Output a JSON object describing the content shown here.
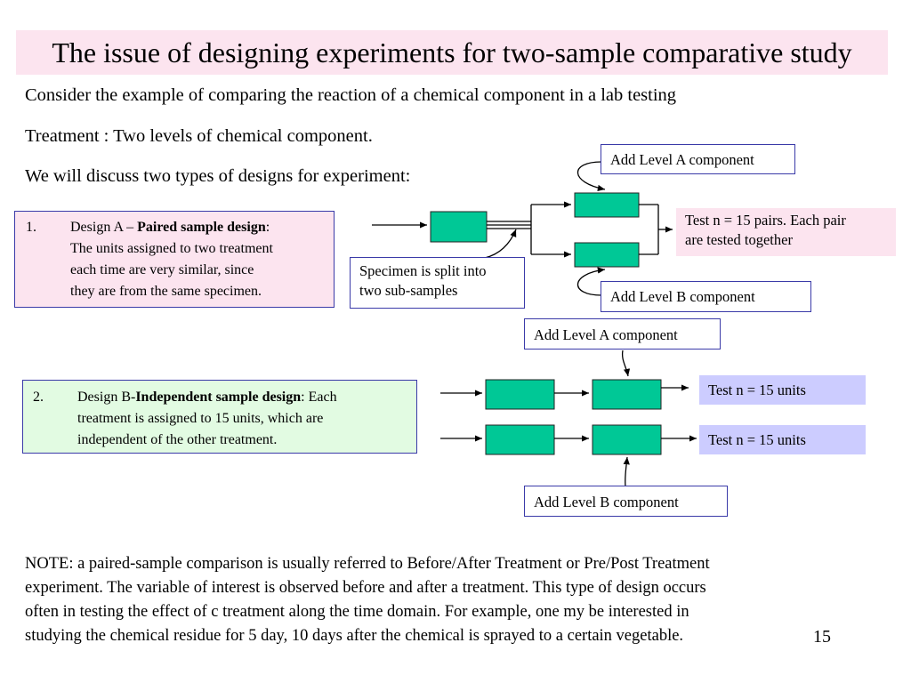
{
  "title": "The issue of designing experiments for two-sample comparative study",
  "intro": {
    "line1": "Consider the example of comparing the reaction of a chemical component in a lab testing",
    "line2": "Treatment : Two levels of chemical component.",
    "line3": "We will discuss two types of designs for experiment:"
  },
  "design_a": {
    "number": "1.",
    "prefix": "Design A – ",
    "bold": "Paired sample design",
    "suffix": ":",
    "line2": "The units assigned to two treatment",
    "line3": "each time are very similar, since",
    "line4": "they are from the same specimen."
  },
  "design_b": {
    "number": "2.",
    "prefix": "Design B-",
    "bold": "Independent sample design",
    "suffix": ": Each",
    "line2": "treatment is assigned to 15 units, which are",
    "line3": "independent of the other treatment."
  },
  "diagram_a": {
    "add_a": "Add Level A component",
    "add_b": "Add Level B component",
    "split_line1": "Specimen is split into",
    "split_line2": "two sub-samples",
    "test_line1": "Test n = 15 pairs. Each pair",
    "test_line2": "are tested together"
  },
  "diagram_b": {
    "add_a": "Add Level A component",
    "add_b": "Add Level B component",
    "test_top": "Test n = 15 units",
    "test_bottom": "Test n = 15 units"
  },
  "note": {
    "line1": "NOTE: a paired-sample comparison is usually referred to Before/After Treatment or Pre/Post Treatment",
    "line2": "experiment. The variable of interest is observed before and after a treatment. This type of design occurs",
    "line3": "often in testing the effect of c treatment along the time domain. For example, one my be interested in",
    "line4": "studying the chemical residue for 5 day, 10 days after the chemical is sprayed to a certain vegetable."
  },
  "page_number": "15",
  "colors": {
    "title_bg": "#fce4ef",
    "pink_box": "#fce4ef",
    "green_box": "#e2fbe2",
    "lavender_box": "#ccccff",
    "block_fill": "#00c896",
    "border": "#3a3aa8"
  }
}
